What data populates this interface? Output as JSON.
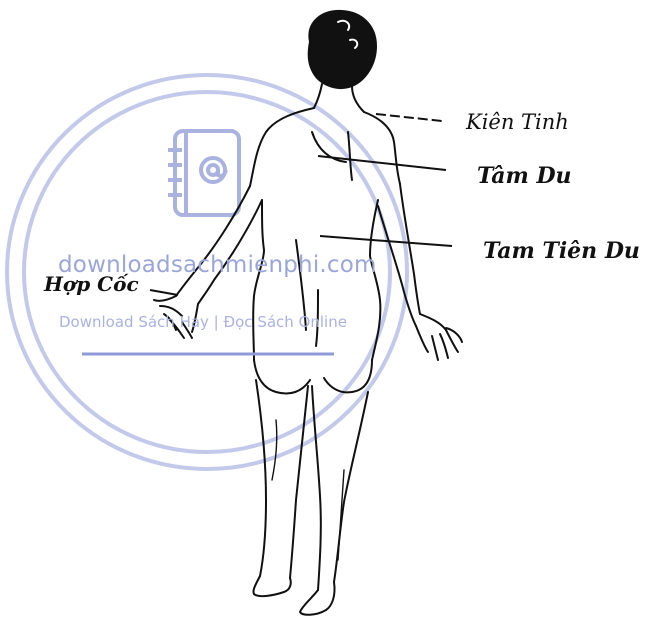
{
  "labels": {
    "kien_tinh": "Kiên Tinh",
    "tam_du": "Tâm Du",
    "tam_tien_du": "Tam Tiên Du",
    "hop_coc": "Hợp Cốc"
  },
  "watermark": {
    "site": "downloadsachmienphi.com",
    "tagline": "Download Sách Hay | Đọc Sách Online",
    "color": "#8f9bd6",
    "icon": "address-book-at-icon"
  },
  "colors": {
    "ink": "#111111",
    "background": "#ffffff"
  }
}
